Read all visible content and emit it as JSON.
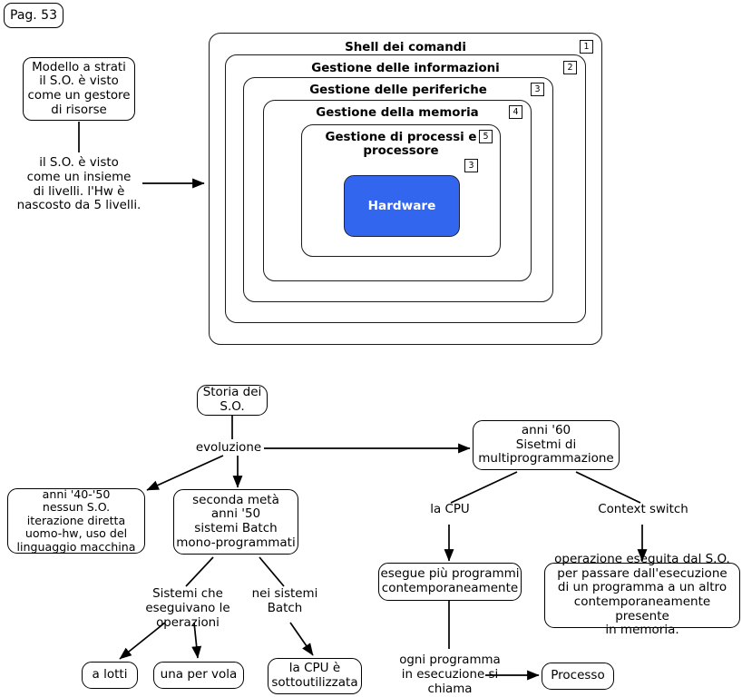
{
  "page_tag": {
    "label": "Pag. 53"
  },
  "layered_model": {
    "callout_top": "Modello a strati\nil S.O. è visto\ncome un gestore\ndi risorse",
    "callout_bottom": "il S.O. è visto\ncome un insieme\ndi livelli. l'Hw è\nnascosto da 5 livelli.",
    "layers": [
      {
        "title": "Shell dei comandi",
        "badge": "1"
      },
      {
        "title": "Gestione delle informazioni",
        "badge": "2"
      },
      {
        "title": "Gestione delle periferiche",
        "badge": "3"
      },
      {
        "title": "Gestione della memoria",
        "badge": "4"
      },
      {
        "title": "Gestione di processi\ne processore",
        "badge": "5"
      }
    ],
    "core": {
      "label": "Hardware",
      "badge": "3",
      "color": "#3366ee"
    }
  },
  "history": {
    "root": "Storia dei\nS.O.",
    "edge_evoluzione": "evoluzione",
    "node_40_50": "anni '40-'50\nnessun S.O.\niterazione diretta\nuomo-hw, uso del\nlinguaggio macchina",
    "node_50": "seconda metà\nanni '50\nsistemi Batch\nmono-programmati",
    "node_60": "anni '60\nSisetmi di\nmultiprogrammazione",
    "edge_sistemi_che": "Sistemi che\neseguivano le\noperazioni",
    "edge_nei_sistemi": "nei sistemi\nBatch",
    "node_a_lotti": "a lotti",
    "node_una_per_vola": "una per vola",
    "node_cpu_sotto": "la CPU è\nsottoutilizzata",
    "edge_la_cpu": "la CPU",
    "edge_context_switch": "Context switch",
    "node_esegue": "esegue più programmi\ncontemporaneamente",
    "node_context_switch": "operazione eseguita dal S.O.\nper passare dall'esecuzione\ndi un programma a un altro\ncontemporaneamente presente\nin memoria.",
    "edge_ogni_programma": "ogni programma\nin esecuzione si\nchiama",
    "node_processo": "Processo"
  }
}
